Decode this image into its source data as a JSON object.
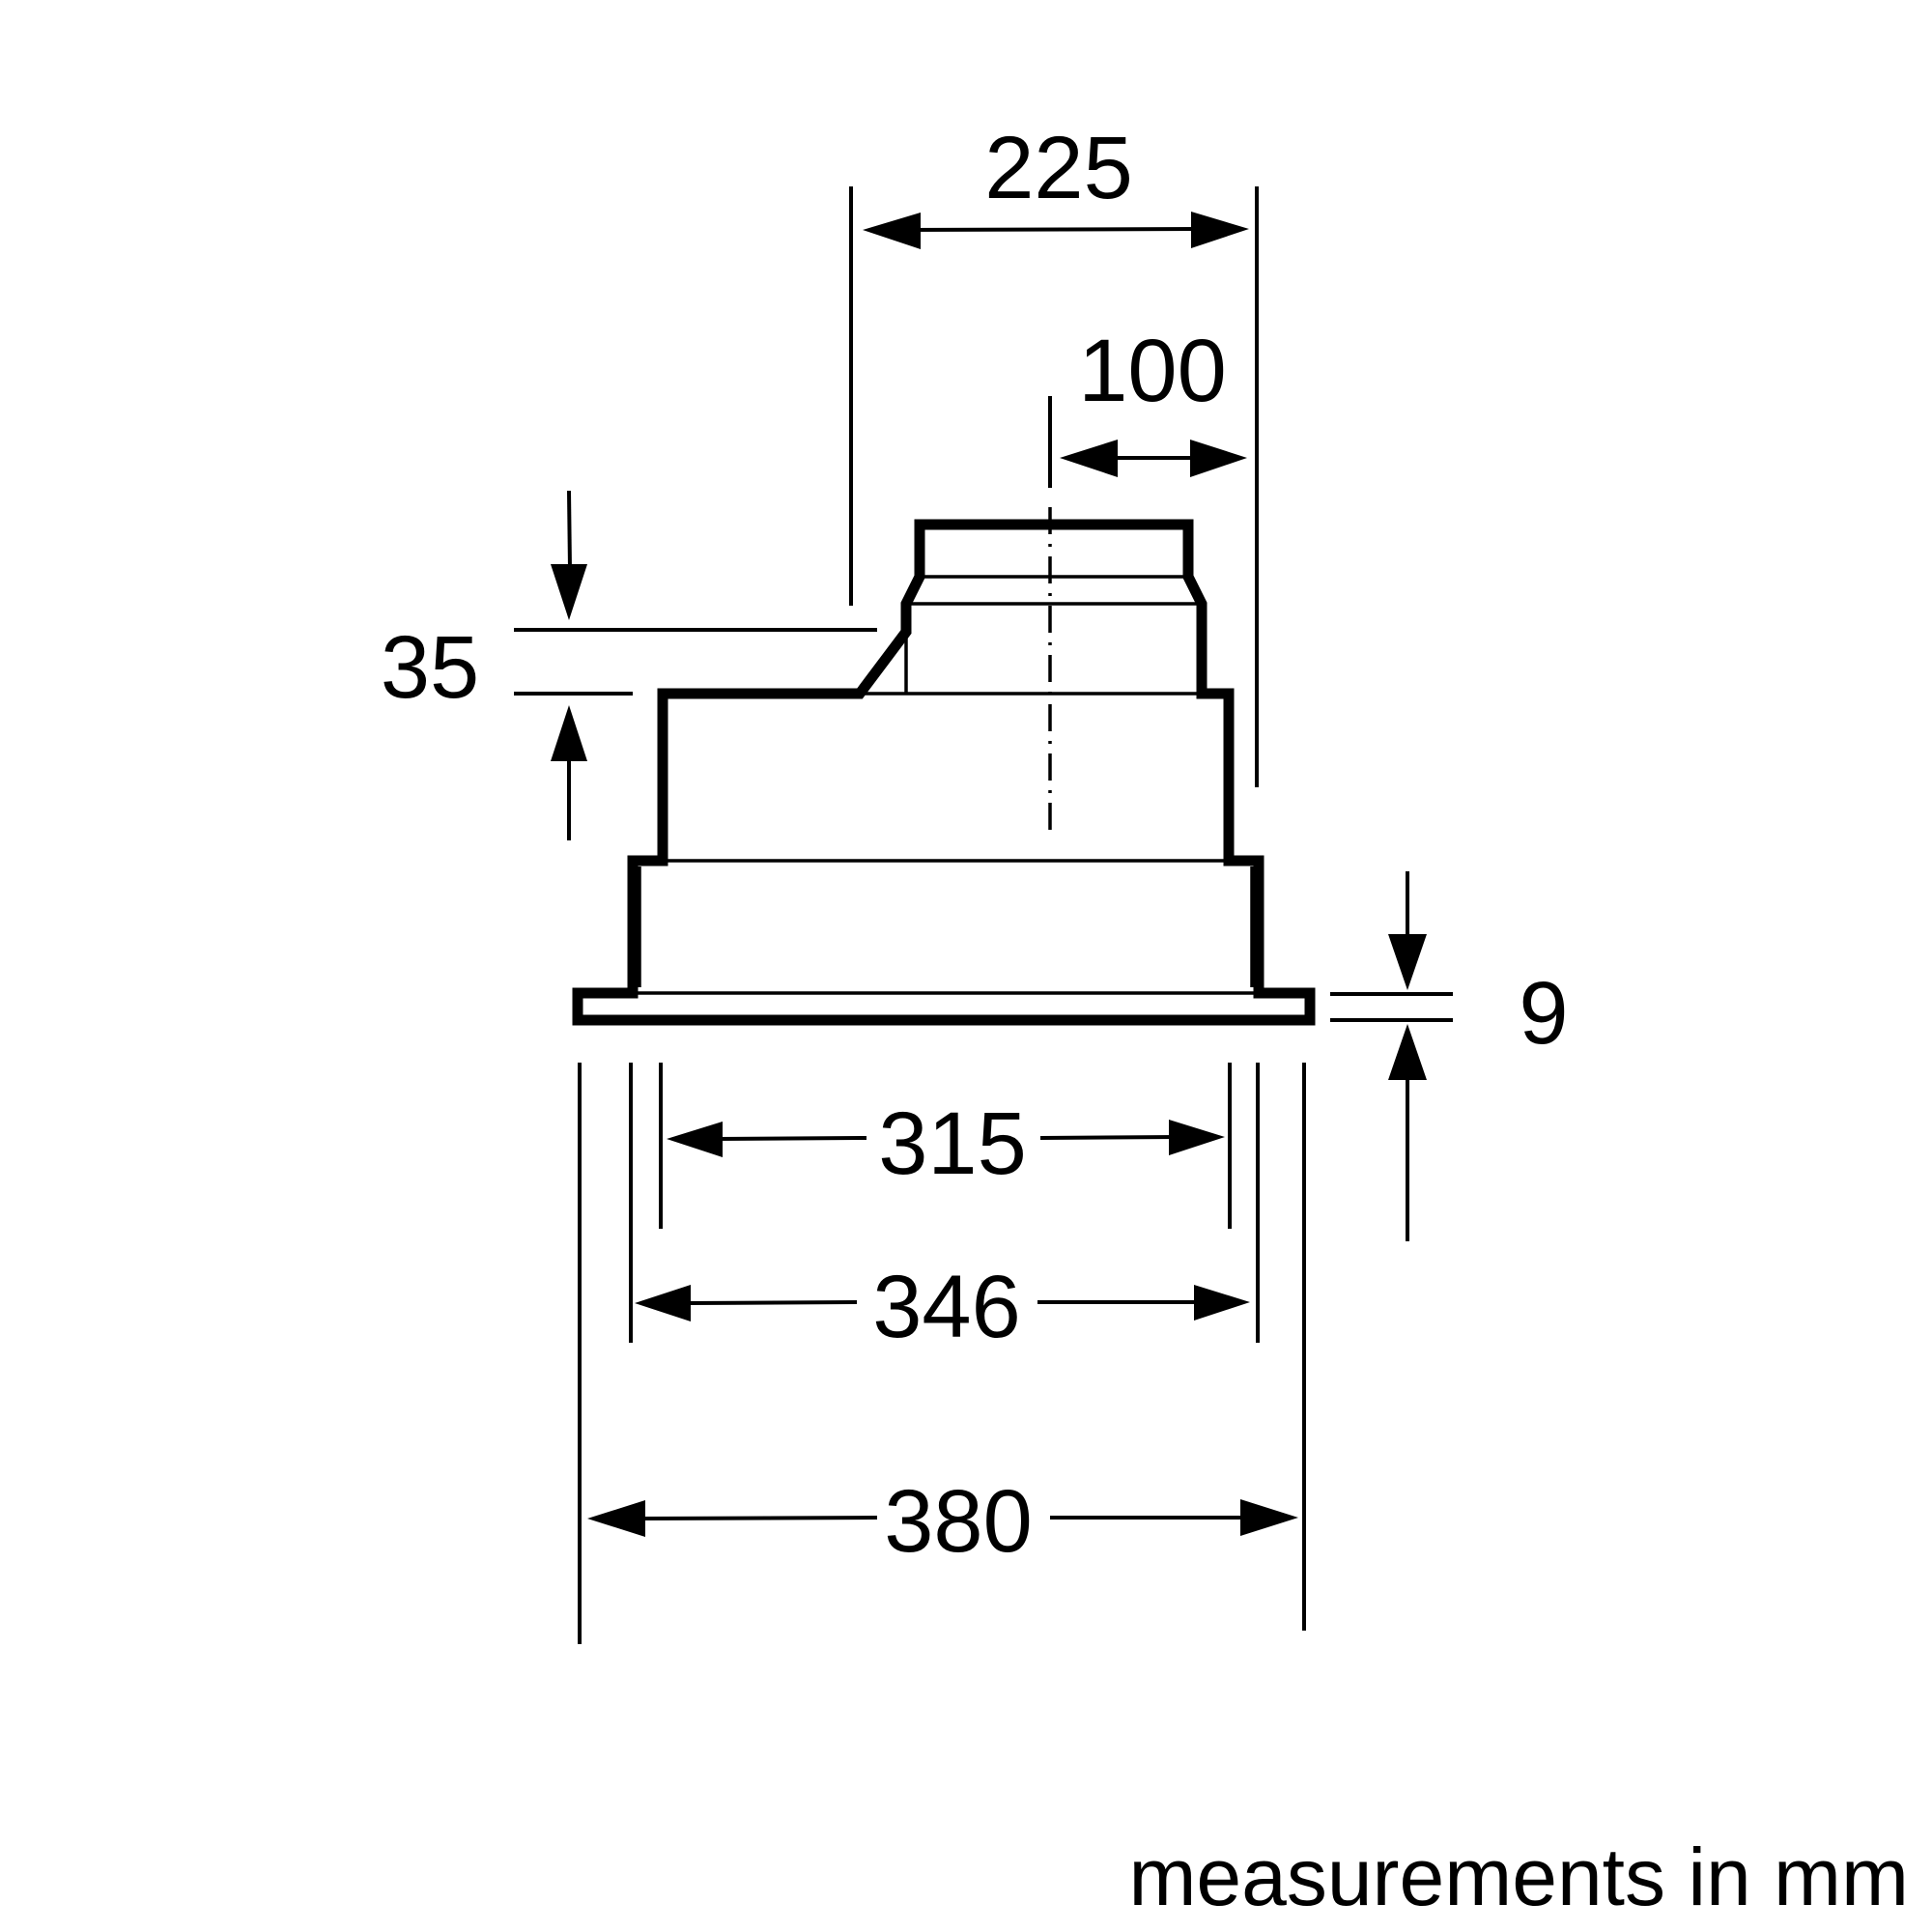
{
  "dimensions": {
    "width_225": "225",
    "offset_100": "100",
    "height_35": "35",
    "flange_9": "9",
    "width_315": "315",
    "width_346": "346",
    "width_380": "380"
  },
  "caption": "measurements in mm"
}
